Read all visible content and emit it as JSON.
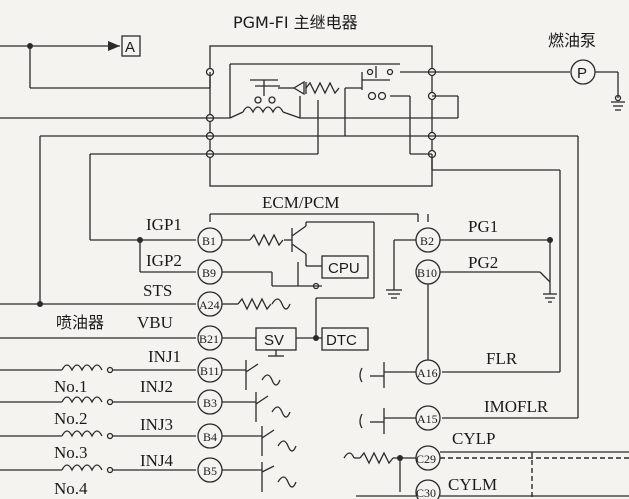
{
  "relay_title": "PGM-FI 主继电器",
  "fuel_pump": {
    "label": "燃油泵",
    "symbol": "P"
  },
  "connector_a": "A",
  "ecm_title": "ECM/PCM",
  "cpu": "CPU",
  "sv": "SV",
  "dtc": "DTC",
  "injector_label": "喷油器",
  "signals": {
    "igp1": "IGP1",
    "igp2": "IGP2",
    "sts": "STS",
    "vbu": "VBU",
    "inj1": "INJ1",
    "inj2": "INJ2",
    "inj3": "INJ3",
    "inj4": "INJ4",
    "pg1": "PG1",
    "pg2": "PG2",
    "flr": "FLR",
    "imoflr": "IMOFLR",
    "cylp": "CYLP",
    "cylm": "CYLM"
  },
  "pins": {
    "b1": "B1",
    "b9": "B9",
    "a24": "A24",
    "b21": "B21",
    "b11": "B11",
    "b3": "B3",
    "b4": "B4",
    "b5": "B5",
    "b2": "B2",
    "b10": "B10",
    "a16": "A16",
    "a15": "A15",
    "c29": "C29",
    "c30": "C30"
  },
  "injectors": {
    "no1": "No.1",
    "no2": "No.2",
    "no3": "No.3",
    "no4": "No.4"
  }
}
